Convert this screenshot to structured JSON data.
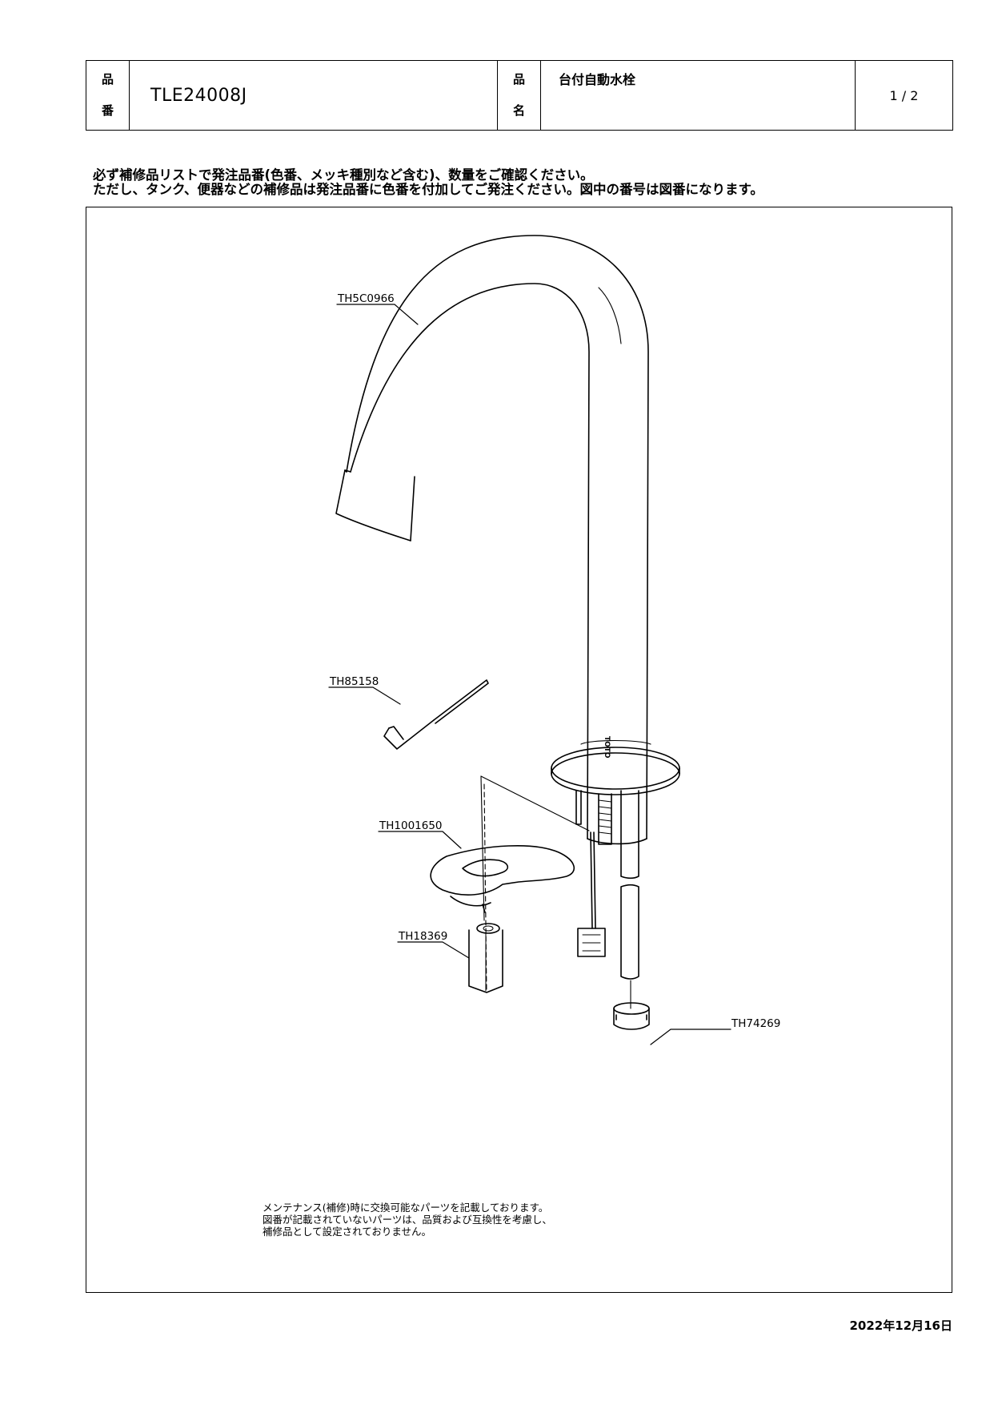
{
  "header": {
    "code_label_1": "品",
    "code_label_2": "番",
    "code_value": "TLE24008J",
    "name_label_1": "品",
    "name_label_2": "名",
    "name_value": "台付自動水栓",
    "page": "1 / 2"
  },
  "notice": {
    "line1": "必ず補修品リストで発注品番(色番、メッキ種別など含む)、数量をご確認ください。",
    "line2": "ただし、タンク、便器などの補修品は発注品番に色番を付加してご発注ください。図中の番号は図番になります。"
  },
  "parts": [
    {
      "number": "TH5C0966",
      "description": ""
    },
    {
      "number": "TH85158",
      "description": ""
    },
    {
      "number": "TH1001650",
      "description": ""
    },
    {
      "number": "TH18369",
      "description": ""
    },
    {
      "number": "TH74269",
      "description": ""
    }
  ],
  "brand_mark": "TOTO",
  "footnote": {
    "line1": "メンテナンス(補修)時に交換可能なパーツを記載しております。",
    "line2": "図番が記載されていないパーツは、品質および互換性を考慮し、",
    "line3": "補修品として設定されておりません。"
  },
  "date": "2022年12月16日"
}
